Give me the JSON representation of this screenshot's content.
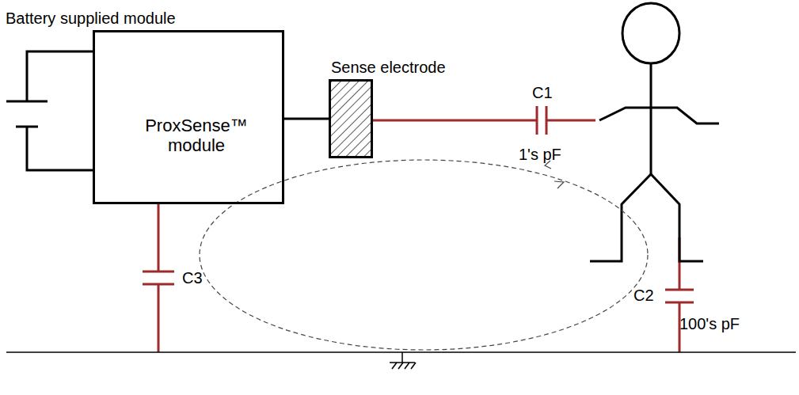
{
  "diagram": {
    "nodes": [
      {
        "text": [
          "Battery supplied module",
          "ProxSense™ module"
        ]
      },
      {
        "text": [
          "Sense electrode"
        ]
      }
    ],
    "edges": [
      {
        "from": 0,
        "to": 1,
        "arrow": "none"
      }
    ],
    "labels": [
      "C1",
      "1's pF",
      "C3",
      "C2",
      "100's pF"
    ]
  }
}
